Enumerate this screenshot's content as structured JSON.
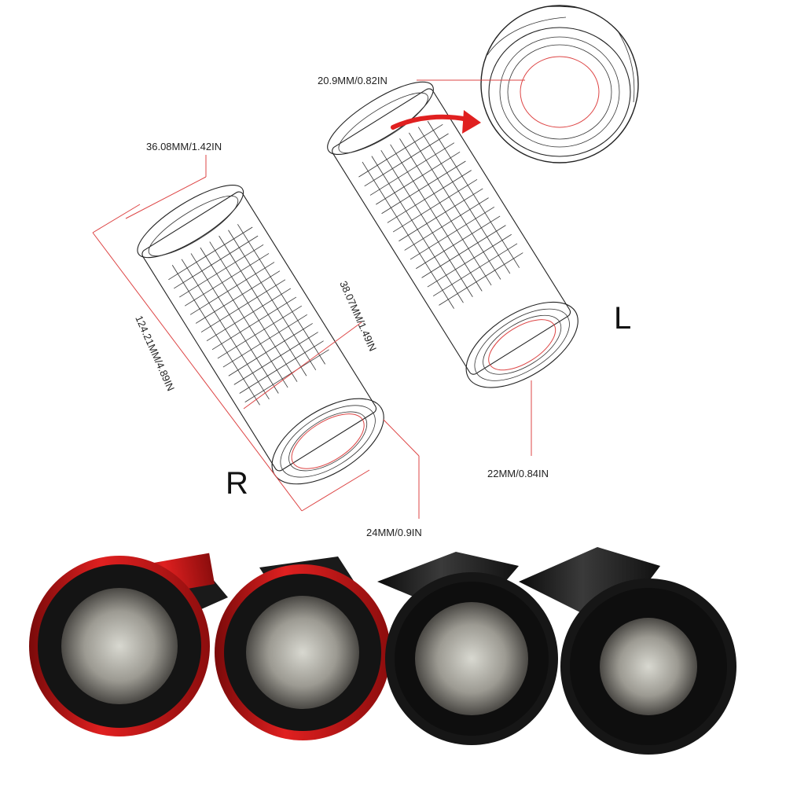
{
  "diagram": {
    "labels": {
      "inner_diameter_detail": "20.9MM/0.82IN",
      "end_outer_diameter": "36.08MM/1.42IN",
      "middle_diameter": "38.07MM/1.49IN",
      "length": "124.21MM/4.89IN",
      "left_inner_diameter": "22MM/0.84IN",
      "right_inner_diameter": "24MM/0.9IN"
    },
    "sides": {
      "right": "R",
      "left": "L"
    }
  },
  "photo": {
    "grips": [
      {
        "color": "red"
      },
      {
        "color": "red"
      },
      {
        "color": "black"
      },
      {
        "color": "black"
      }
    ]
  },
  "colors": {
    "accent_red": "#d42020",
    "dimension_line": "#d44444",
    "rubber_black": "#141414"
  }
}
